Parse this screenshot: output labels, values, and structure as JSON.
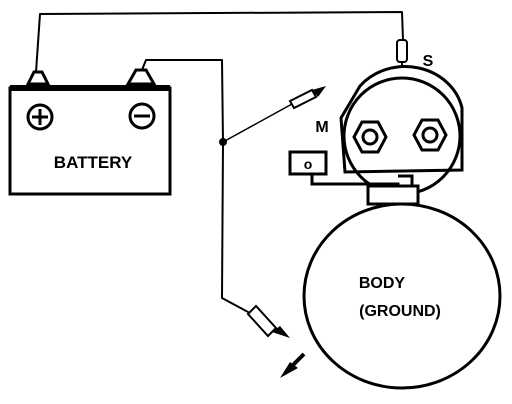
{
  "battery": {
    "label": "BATTERY",
    "positive_symbol": "+",
    "negative_symbol": "−"
  },
  "solenoid": {
    "terminal_s": "S",
    "terminal_m": "M",
    "terminal_o": "o"
  },
  "body": {
    "line1": "BODY",
    "line2": "(GROUND)"
  },
  "icons": [
    "positive-terminal-icon",
    "negative-terminal-icon",
    "test-probe-icon",
    "arrow-icon"
  ]
}
